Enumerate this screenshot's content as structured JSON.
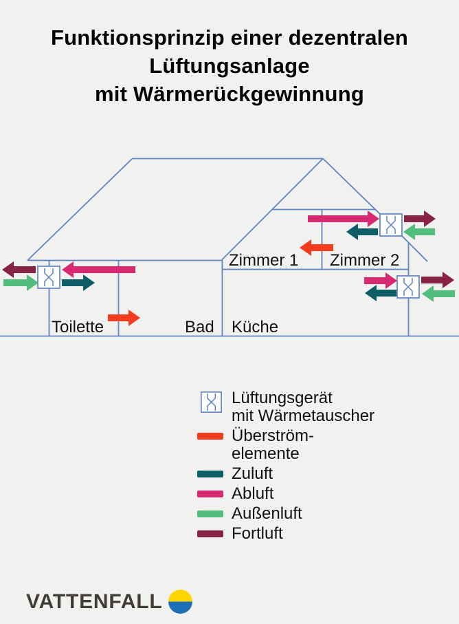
{
  "title": {
    "line1": "Funktionsprinzip einer dezentralen",
    "line2": "Lüftungsanlage",
    "line3": "mit Wärmerückgewinnung"
  },
  "diagram": {
    "rooms": {
      "toilette": "Toilette",
      "bad": "Bad",
      "kueche": "Küche",
      "zimmer1": "Zimmer 1",
      "zimmer2": "Zimmer 2"
    }
  },
  "legend": {
    "unit": {
      "line1": "Lüftungsgerät",
      "line2": "mit Wärmetauscher"
    },
    "ueberstroem": {
      "line1": "Überström-",
      "line2": "elemente"
    },
    "zuluft": "Zuluft",
    "abluft": "Abluft",
    "aussenluft": "Außenluft",
    "fortluft": "Fortluft"
  },
  "footer": {
    "brand": "VATTENFALL"
  },
  "colors": {
    "background": "#f1f1ef",
    "line_blue": "#5f84c2",
    "zuluft": "#0e5d66",
    "abluft": "#d82a72",
    "aussenluft": "#53bd7e",
    "fortluft": "#872345",
    "ueberstroem": "#f63c1e",
    "brand_text": "#413c36",
    "brand_yellow": "#ffd400",
    "brand_blue": "#1f70b8"
  }
}
